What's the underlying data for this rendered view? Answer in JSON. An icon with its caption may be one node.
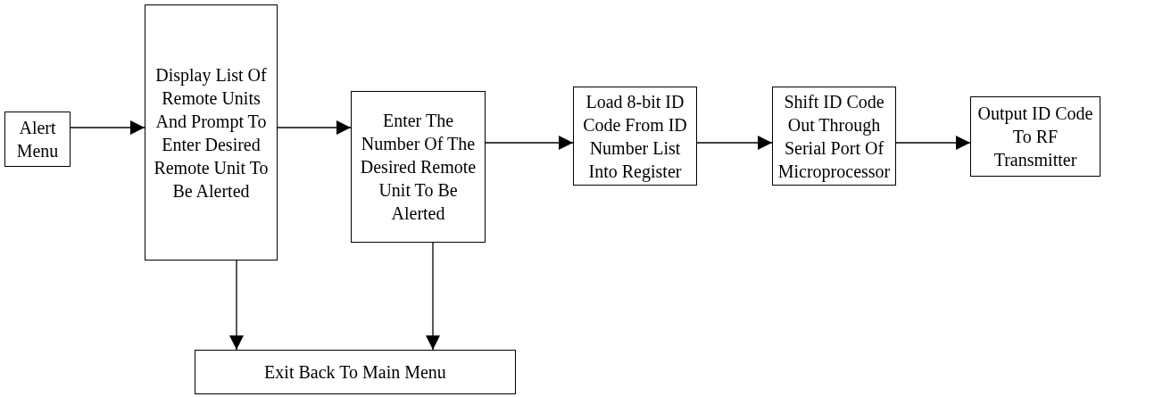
{
  "diagram": {
    "nodes": [
      {
        "text": [
          "Alert Menu"
        ]
      },
      {
        "text": [
          "Display List Of Remote Units And Prompt To Enter Desired Remote Unit To Be Alerted"
        ]
      },
      {
        "text": [
          "Enter The Number Of The Desired Remote Unit To Be Alerted"
        ]
      },
      {
        "text": [
          "Load 8-bit ID Code From ID Number List Into Register"
        ]
      },
      {
        "text": [
          "Shift ID Code Out Through Serial Port Of Microprocessor"
        ]
      },
      {
        "text": [
          "Output ID Code To RF Transmitter"
        ]
      },
      {
        "text": [
          "Exit Back To Main Menu"
        ]
      }
    ],
    "edges": [
      {
        "from": 0,
        "to": 1,
        "arrow": "to"
      },
      {
        "from": 1,
        "to": 2,
        "arrow": "to"
      },
      {
        "from": 2,
        "to": 3,
        "arrow": "to"
      },
      {
        "from": 3,
        "to": 4,
        "arrow": "to"
      },
      {
        "from": 4,
        "to": 5,
        "arrow": "to"
      },
      {
        "from": 1,
        "to": 6,
        "arrow": "to"
      },
      {
        "from": 2,
        "to": 6,
        "arrow": "to"
      }
    ]
  }
}
